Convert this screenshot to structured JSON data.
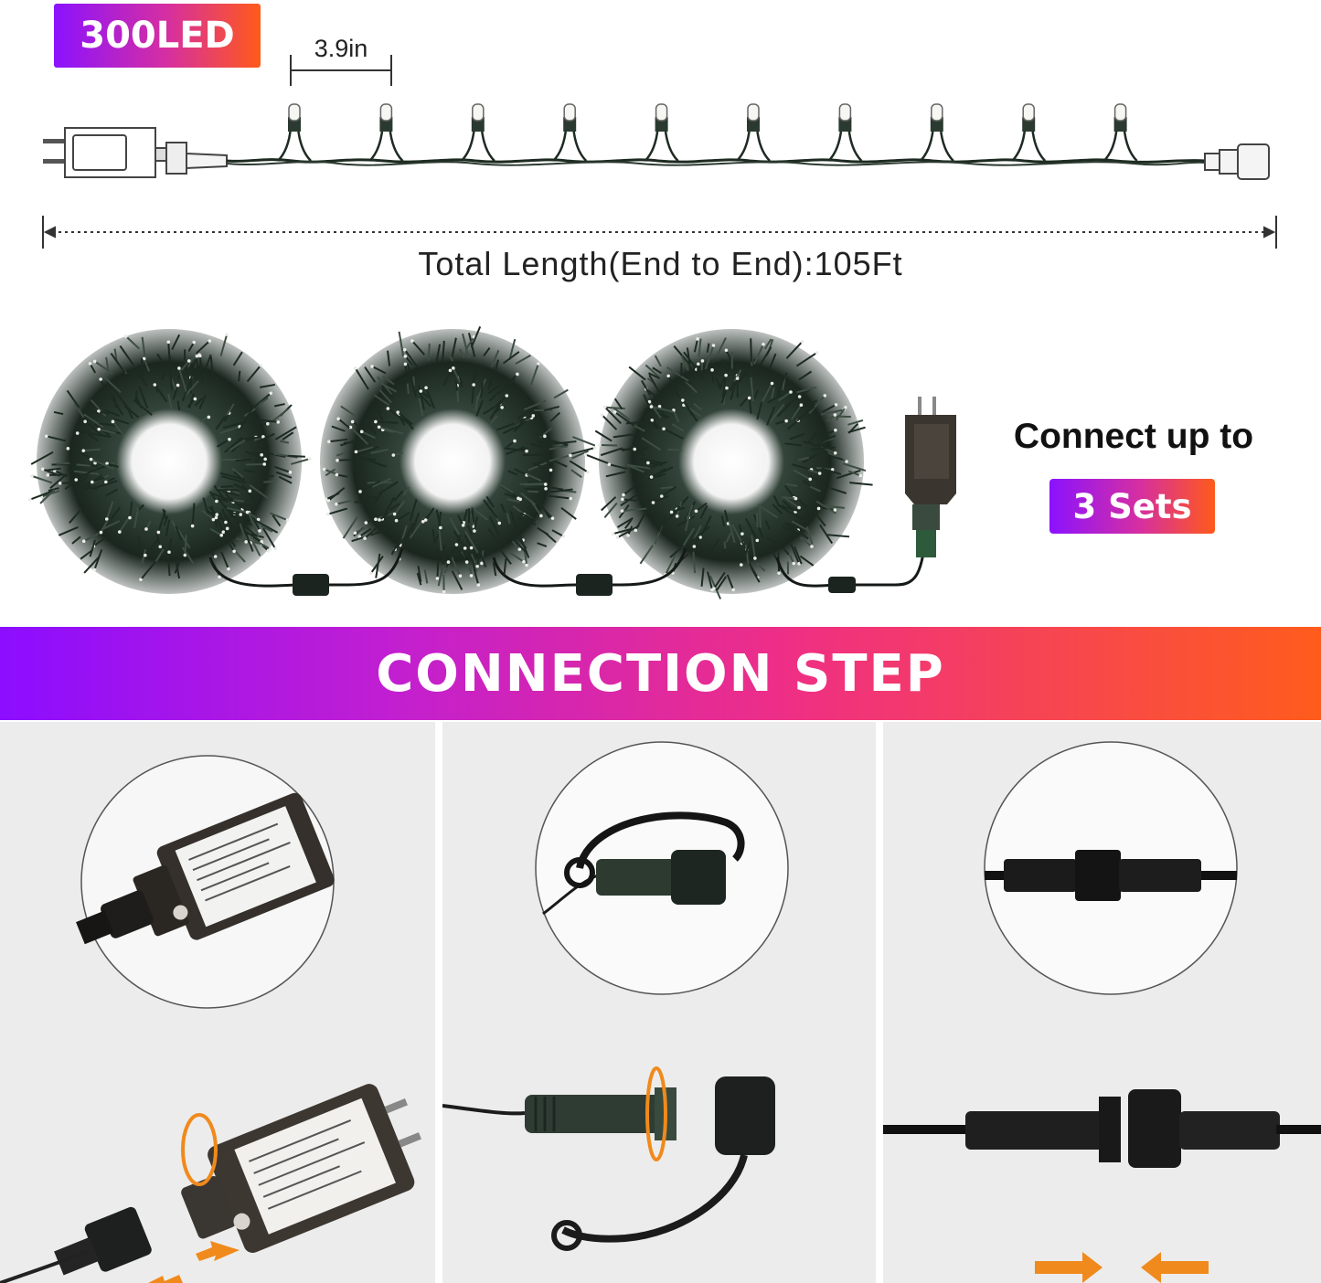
{
  "top": {
    "led_count_badge": "300LED",
    "spacing_label": "3.9in",
    "total_length_label": "Total Length(End to End):105Ft"
  },
  "connect": {
    "text": "Connect up to",
    "sets_badge": "3 Sets"
  },
  "banner": {
    "title": "CONNECTION STEP"
  },
  "colors": {
    "gradient_start": "#8b12ff",
    "gradient_mid": "#d62fa0",
    "gradient_end": "#ff5a1a",
    "arrow_orange": "#f08a1c",
    "wire_green": "#1e2b22"
  },
  "steps": [
    {
      "name": "step-adapter",
      "icon": "power-adapter-icon"
    },
    {
      "name": "step-cap",
      "icon": "waterproof-cap-icon"
    },
    {
      "name": "step-join",
      "icon": "connector-join-icon"
    }
  ]
}
